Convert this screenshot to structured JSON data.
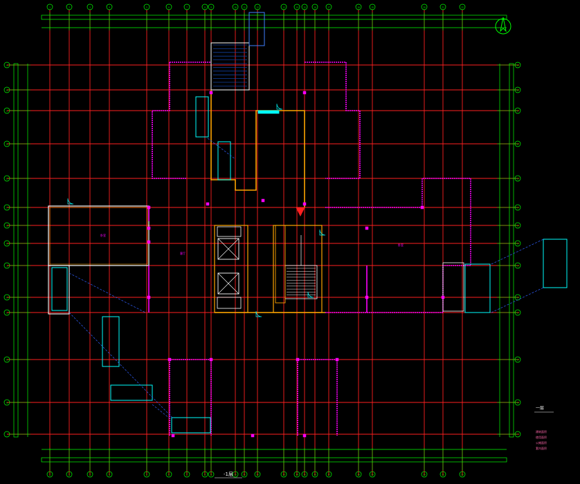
{
  "drawing": {
    "colors": {
      "background": "#000000",
      "grid_line": "#ff2020",
      "dimension_line": "#00ff00",
      "wall_outline": "#ffffff",
      "wall_fill": "#ffa500",
      "column_marks": "#ff00ff",
      "window_frame": "#00ffff",
      "stair_lines": "#ffffff",
      "leader_line": "#3060ff",
      "title_text": "#ffffff",
      "note_text": "#ff66aa"
    },
    "icons": {
      "north_arrow": "north-arrow-icon",
      "axis_bubble": "axis-bubble-icon",
      "door_swing": "door-swing-icon",
      "elevator_cross": "elevator-shaft-icon"
    },
    "labels": {
      "title": "-1层",
      "small_title": "一层",
      "room_main": "客厅",
      "room_left": "卧室",
      "room_right": "卧室"
    },
    "notes": [
      "建筑面积",
      "使用面积",
      "公摊面积",
      "套内面积"
    ],
    "bubbles_top": [
      "1",
      "2",
      "3",
      "4",
      "5",
      "6",
      "7",
      "8",
      "9",
      "10",
      "11",
      "12",
      "13",
      "14",
      "15",
      "16",
      "17",
      "18",
      "19",
      "20",
      "21",
      "22"
    ],
    "bubbles_side": [
      "A",
      "B",
      "C",
      "D",
      "E",
      "F",
      "G",
      "H",
      "J",
      "K",
      "L",
      "M",
      "N"
    ]
  }
}
